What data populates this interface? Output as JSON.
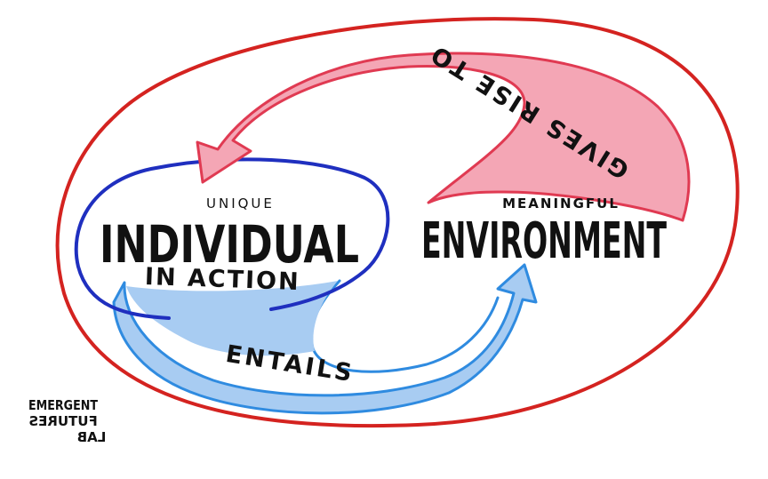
{
  "diagram": {
    "colors": {
      "outer_ellipse": "#d42320",
      "individual_loop": "#1f2fbf",
      "entails_arrow_fill": "#a8ccf2",
      "entails_arrow_stroke": "#2f8be0",
      "gives_rise_arrow_fill": "#f4a6b5",
      "gives_rise_arrow_stroke": "#e03a52",
      "text": "#111111"
    },
    "individual": {
      "qualifier": "UNIQUE",
      "title": "INDIVIDUAL",
      "subtitle": "IN ACTION"
    },
    "environment": {
      "qualifier": "MEANINGFUL",
      "title": "ENVIRONMENT"
    },
    "arrows": {
      "entails_label": "ENTAILS",
      "gives_rise_label": "GIVES RISE TO"
    },
    "logo": {
      "line1": "EMERGENT",
      "line2": "FUTURES",
      "line3": "LAB"
    }
  }
}
